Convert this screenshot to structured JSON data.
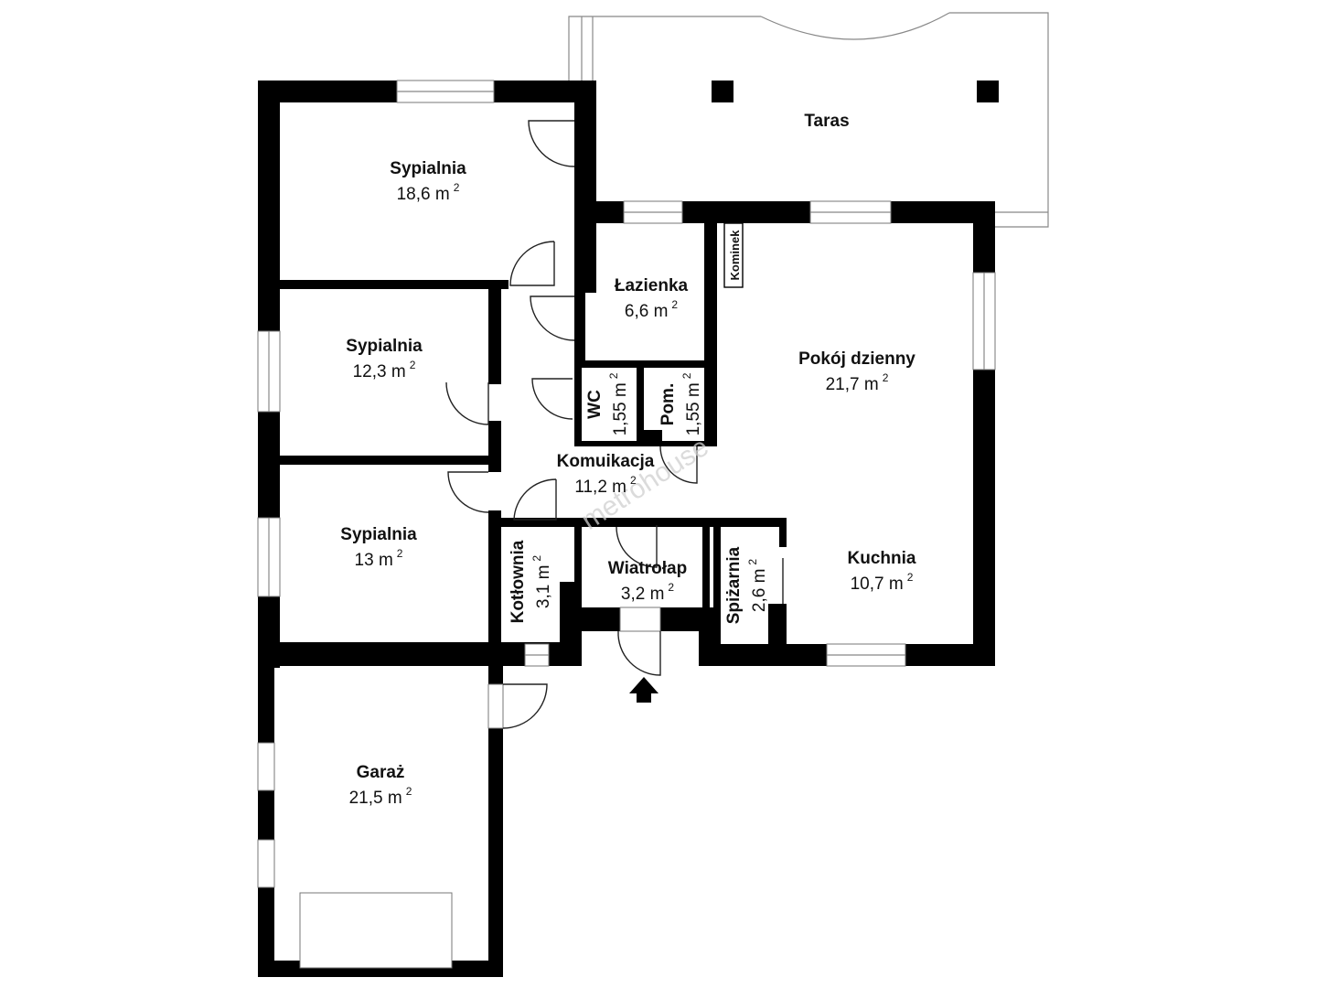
{
  "rooms": [
    {
      "id": "sypialnia-1",
      "name": "Sypialnia",
      "area": "18,6 m",
      "unit_sup": "2"
    },
    {
      "id": "sypialnia-2",
      "name": "Sypialnia",
      "area": "12,3 m",
      "unit_sup": "2"
    },
    {
      "id": "sypialnia-3",
      "name": "Sypialnia",
      "area": "13 m",
      "unit_sup": "2"
    },
    {
      "id": "lazienka",
      "name": "Łazienka",
      "area": "6,6 m",
      "unit_sup": "2"
    },
    {
      "id": "wc",
      "name": "WC",
      "area": "1,55 m",
      "unit_sup": "2"
    },
    {
      "id": "pom",
      "name": "Pom.",
      "area": "1,55 m",
      "unit_sup": "2"
    },
    {
      "id": "komunikacja",
      "name": "Komuikacja",
      "area": "11,2 m",
      "unit_sup": "2"
    },
    {
      "id": "kotlownia",
      "name": "Kotłownia",
      "area": "3,1 m",
      "unit_sup": "2"
    },
    {
      "id": "wiatrolap",
      "name": "Wiatrołap",
      "area": "3,2 m",
      "unit_sup": "2"
    },
    {
      "id": "spizarnia",
      "name": "Spiżarnia",
      "area": "2,6 m",
      "unit_sup": "2"
    },
    {
      "id": "pokoj-dzienny",
      "name": "Pokój dzienny",
      "area": "21,7 m",
      "unit_sup": "2"
    },
    {
      "id": "kuchnia",
      "name": "Kuchnia",
      "area": "10,7 m",
      "unit_sup": "2"
    },
    {
      "id": "garaz",
      "name": "Garaż",
      "area": "21,5 m",
      "unit_sup": "2"
    }
  ],
  "labels": {
    "taras": "Taras",
    "kominek": "Kominek"
  },
  "watermark": "metrohouse",
  "icons": {
    "entrance": "entrance-arrow-icon"
  }
}
